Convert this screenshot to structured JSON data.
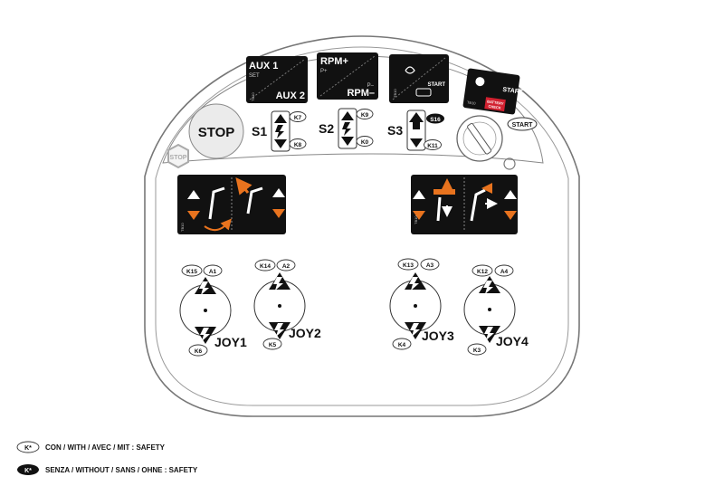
{
  "panel": {
    "stop_button": "STOP",
    "stop_hex": "STOP",
    "aux_box": {
      "top": "AUX 1",
      "set": "SET",
      "bottom": "AUX 2",
      "code": "TB10"
    },
    "rpm_box": {
      "top": "RPM+",
      "p_plus": "P+",
      "p_minus": "P–",
      "bottom": "RPM–",
      "code": "TB10"
    },
    "start_box": {
      "start": "START",
      "code": "TB10"
    },
    "key_box": {
      "start": "START",
      "battery_1": "BATTERY",
      "battery_2": "CHECK",
      "code": "TB10"
    },
    "key_start_label": "START",
    "selectors": [
      {
        "label": "S1",
        "top_tag": "K7",
        "bottom_tag": "K8"
      },
      {
        "label": "S2",
        "top_tag": "K9",
        "bottom_tag": "K0"
      },
      {
        "label": "S3",
        "top_tag": "S16",
        "bottom_tag": "K11"
      }
    ],
    "left_indicator_code": "TB10",
    "right_indicator_code": "TB10",
    "joysticks": [
      {
        "label": "JOY1",
        "tag_tl": "K15",
        "tag_tr": "A1",
        "tag_b": "K6"
      },
      {
        "label": "JOY2",
        "tag_tl": "K14",
        "tag_tr": "A2",
        "tag_b": "K5"
      },
      {
        "label": "JOY3",
        "tag_tl": "K13",
        "tag_tr": "A3",
        "tag_b": "K4"
      },
      {
        "label": "JOY4",
        "tag_tl": "K12",
        "tag_tr": "A4",
        "tag_b": "K3"
      }
    ]
  },
  "legend": [
    {
      "tag": "K*",
      "text": "CON / WITH / AVEC / MIT :  SAFETY",
      "filled": false
    },
    {
      "tag": "K*",
      "text": "SENZA / WITHOUT / SANS / OHNE :  SAFETY",
      "filled": true
    }
  ],
  "colors": {
    "accent": "#e8731e",
    "dark": "#111111",
    "outline": "#555555",
    "battery_red": "#d2202f"
  }
}
